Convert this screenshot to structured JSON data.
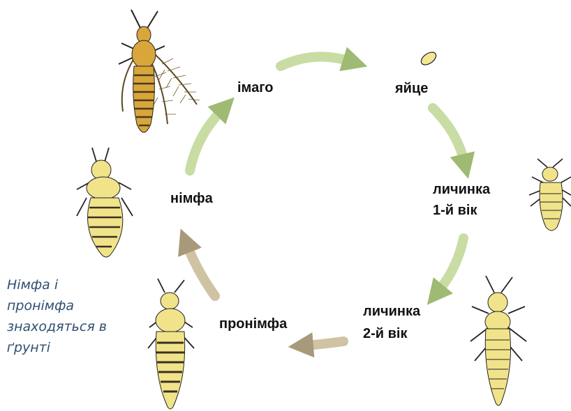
{
  "stages": {
    "adult": "імаго",
    "egg": "яйце",
    "larva1_line1": "личинка",
    "larva1_line2": "1-й вік",
    "larva2_line1": "личинка",
    "larva2_line2": "2-й вік",
    "prenymph": "пронімфа",
    "nymph": "німфа"
  },
  "note": {
    "lines": [
      "Німфа і",
      "пронімфа",
      "знаходяться в",
      "ґрунті"
    ]
  },
  "colors": {
    "arrow_green": "#c9dca4",
    "arrow_green_dark": "#9fba72",
    "arrow_tan": "#d0c3a3",
    "arrow_tan_dark": "#a8997a",
    "insect_body": "#f1e38a",
    "insect_adult": "#d9a63c",
    "insect_stripe": "#4a3a1a",
    "note_text": "#2f4f72"
  }
}
